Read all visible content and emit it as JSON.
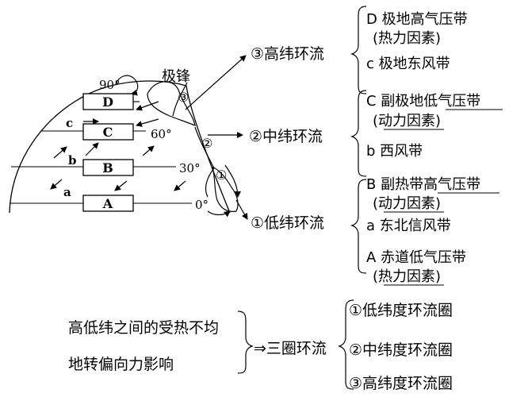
{
  "diagram": {
    "latitudes": {
      "lat90": "90°",
      "lat60": "60°",
      "lat30": "30°",
      "lat0": "0°"
    },
    "front_label": "极锋",
    "cell_markers": {
      "c1": "①",
      "c2": "②",
      "c3": "③"
    },
    "belt_boxes": {
      "D": "D",
      "C": "C",
      "B": "B",
      "A": "A"
    },
    "wind_letters": {
      "c": "c",
      "b": "b",
      "a": "a"
    },
    "circulations": {
      "high": "③高纬环流",
      "mid": "②中纬环流",
      "low": "①低纬环流"
    },
    "belts": {
      "D": {
        "line1": "D 极地高气压带",
        "line2": "(热力因素)"
      },
      "c": {
        "line1": "c 极地东风带"
      },
      "C": {
        "line1": "C 副极地低气压带",
        "line2": "(动力因素)"
      },
      "b": {
        "line1": "b 西风带"
      },
      "B": {
        "line1": "B 副热带高气压带",
        "line2": "(动力因素)"
      },
      "a": {
        "line1": "a 东北信风带"
      },
      "A": {
        "line1": "A 赤道低气压带",
        "line2": "(热力因素)"
      }
    }
  },
  "summary": {
    "cause1": "高低纬之间的受热不均",
    "cause2": "地转偏向力影响",
    "result": "⇒三圈环流",
    "items": [
      "①低纬度环流圈",
      "②中纬度环流圈",
      "③高纬度环流圈"
    ]
  }
}
